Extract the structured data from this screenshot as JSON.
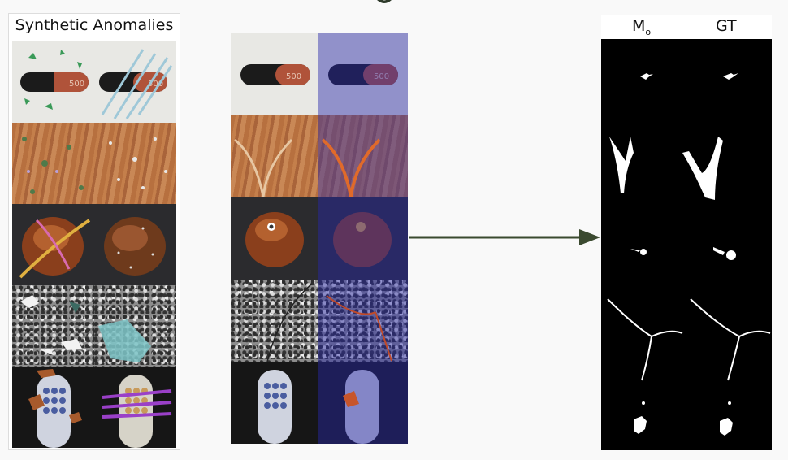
{
  "left_panel": {
    "title": "Synthetic Anomalies"
  },
  "right_panel": {
    "col1_label": "M",
    "col1_subscript": "o",
    "col2_label": "GT"
  },
  "rows": [
    "capsule",
    "wood",
    "hazelnut",
    "grid",
    "toothbrush"
  ],
  "capsule_text": "500"
}
